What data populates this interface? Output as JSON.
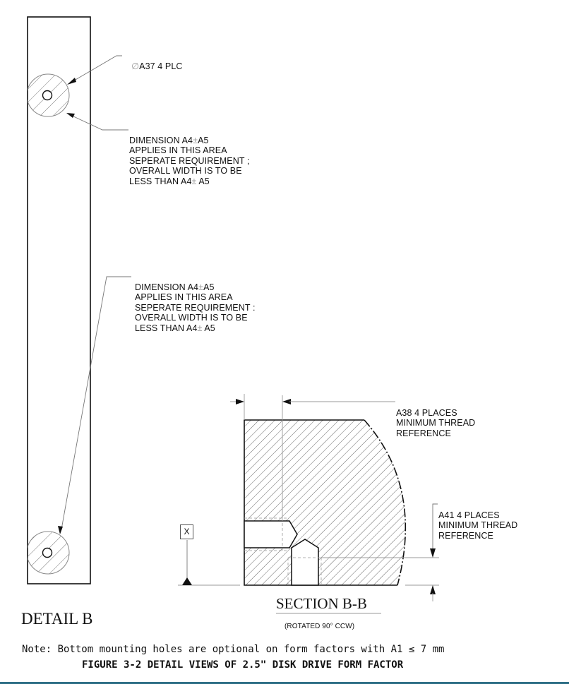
{
  "detail_b": {
    "title": "DETAIL B",
    "callout_hole": {
      "symbol": "∅",
      "text": "A37 4 PLC"
    },
    "callout_top": {
      "line1_a": "DIMENSION A4",
      "line1_pm": "±",
      "line1_b": "A5",
      "line2": "APPLIES IN THIS AREA",
      "line3": "SEPERATE REQUIREMENT ;",
      "line4": "OVERALL WIDTH IS TO BE",
      "line5_a": "LESS THAN A4",
      "line5_pm": "±",
      "line5_b": " A5"
    },
    "callout_bottom": {
      "line1_a": "DIMENSION A4",
      "line1_pm": "±",
      "line1_b": "A5",
      "line2": "APPLIES IN THIS AREA",
      "line3": "SEPERATE REQUIREMENT :",
      "line4": "OVERALL WIDTH IS TO BE",
      "line5_a": "LESS THAN A4",
      "line5_pm": "±",
      "line5_b": " A5"
    }
  },
  "section_bb": {
    "title": "SECTION B-B",
    "subtitle": "(ROTATED 90° CCW)",
    "datum_label": "X",
    "callout_a38": {
      "line1": "A38 4 PLACES",
      "line2": "MINIMUM THREAD",
      "line3": "REFERENCE"
    },
    "callout_a41": {
      "line1": "A41 4 PLACES",
      "line2": "MINIMUM THREAD",
      "line3": "REFERENCE"
    }
  },
  "note": "Note: Bottom mounting holes are optional on form factors with A1 ≤ 7 mm",
  "figure_caption": "FIGURE 3-2 DETAIL VIEWS OF 2.5\" DISK DRIVE FORM FACTOR",
  "colors": {
    "bottom_bar": "#2e6f86",
    "line": "#111111",
    "leader": "#888888"
  }
}
